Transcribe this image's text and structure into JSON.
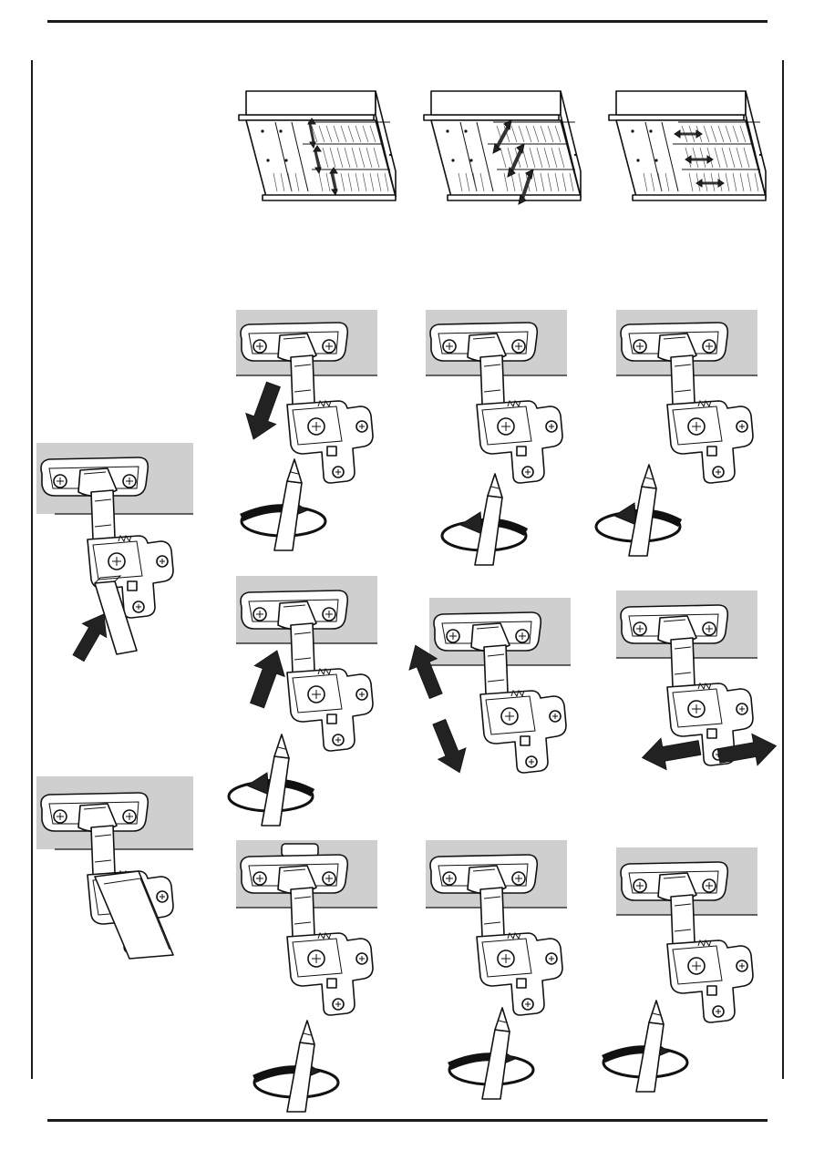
{
  "page": {
    "figures": {
      "wardrobes": [
        "wardrobe-adjust-height",
        "wardrobe-adjust-depth",
        "wardrobe-adjust-side"
      ],
      "hinge_steps": [
        "hinge-clip-cover",
        "hinge-clip-cover-fitted"
      ],
      "adjustment_grid": [
        "adjust-depth-out",
        "adjust-depth-center",
        "adjust-depth-in",
        "adjust-depth-forward",
        "adjust-height-up-down",
        "adjust-side-left-right",
        "adjust-side-screw-a",
        "adjust-side-screw-b",
        "adjust-side-screw-c"
      ]
    },
    "colors": {
      "line": "#111111",
      "wall": "#cfcfcf",
      "arrow": "#222222"
    }
  }
}
